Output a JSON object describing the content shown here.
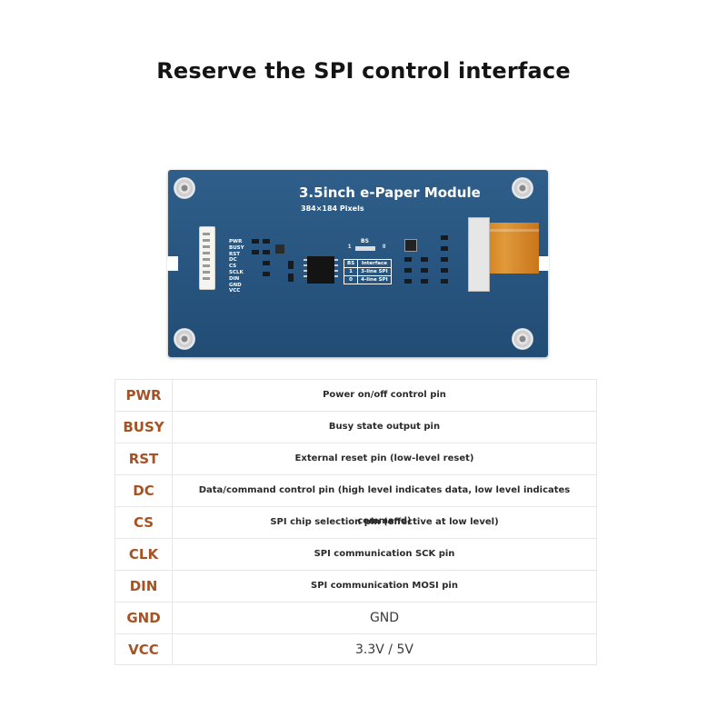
{
  "heading": "Reserve the SPI control interface",
  "board": {
    "title": "3.5inch e-Paper Module",
    "subtitle": "384×184 Pixels",
    "pin_labels": [
      "PWR",
      "BUSY",
      "RST",
      "DC",
      "CS",
      "SCLK",
      "DIN",
      "GND",
      "VCC"
    ],
    "bs_label": "BS",
    "bs_one": "1",
    "bs_zero": "0",
    "bs_table": {
      "header": [
        "BS",
        "Interface"
      ],
      "rows": [
        [
          "1",
          "3-line SPI"
        ],
        [
          "0",
          "4-line SPI"
        ]
      ]
    },
    "colors": {
      "pcb": "#2a5983",
      "ribbon": "#d4821c"
    }
  },
  "pins": [
    {
      "name": "PWR",
      "description": "Power on/off control pin"
    },
    {
      "name": "BUSY",
      "description": "Busy state output pin"
    },
    {
      "name": "RST",
      "description": "External reset pin (low-level reset)"
    },
    {
      "name": "DC",
      "description": "Data/command control pin (high level indicates data, low level indicates command)"
    },
    {
      "name": "CS",
      "description": "SPI chip selection pin (effective at low level)"
    },
    {
      "name": "CLK",
      "description": "SPI communication SCK pin"
    },
    {
      "name": "DIN",
      "description": "SPI communication MOSI pin"
    },
    {
      "name": "GND",
      "description": "GND"
    },
    {
      "name": "VCC",
      "description": "3.3V / 5V"
    }
  ],
  "accent_color": "#a55324"
}
